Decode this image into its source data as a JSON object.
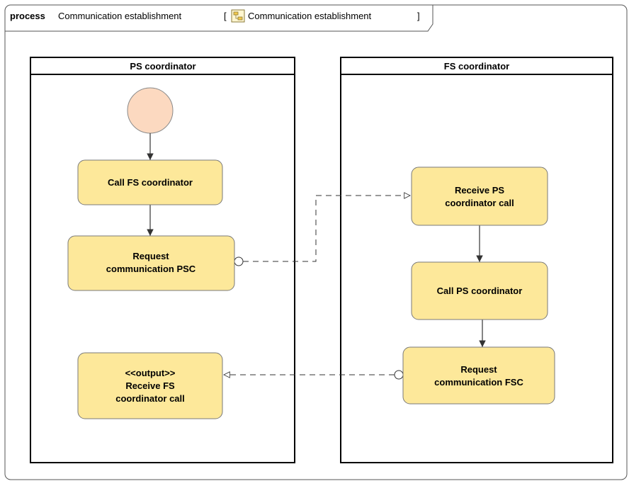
{
  "frame": {
    "keyword": "process",
    "name": "Communication establishment",
    "bracket_open": "[",
    "ref_name": "Communication establishment",
    "bracket_close": "]",
    "ref_icon": "activity-diagram-icon"
  },
  "lanes": [
    {
      "title": "PS coordinator"
    },
    {
      "title": "FS coordinator"
    }
  ],
  "nodes": {
    "call_fs": [
      "Call FS coordinator"
    ],
    "request_psc": [
      "Request",
      "communication PSC"
    ],
    "receive_fs_call": [
      "<<output>>",
      "Receive FS",
      "coordinator call"
    ],
    "receive_ps_call": [
      "Receive PS",
      "coordinator call"
    ],
    "call_ps": [
      "Call PS coordinator"
    ],
    "request_fsc": [
      "Request",
      "communication FSC"
    ]
  },
  "colors": {
    "node_fill": "#fde89a",
    "node_stroke": "#7a7a7a",
    "initial_fill": "#fcd9c0",
    "initial_stroke": "#8a8a8a",
    "frame_stroke": "#555555",
    "line": "#333333"
  }
}
